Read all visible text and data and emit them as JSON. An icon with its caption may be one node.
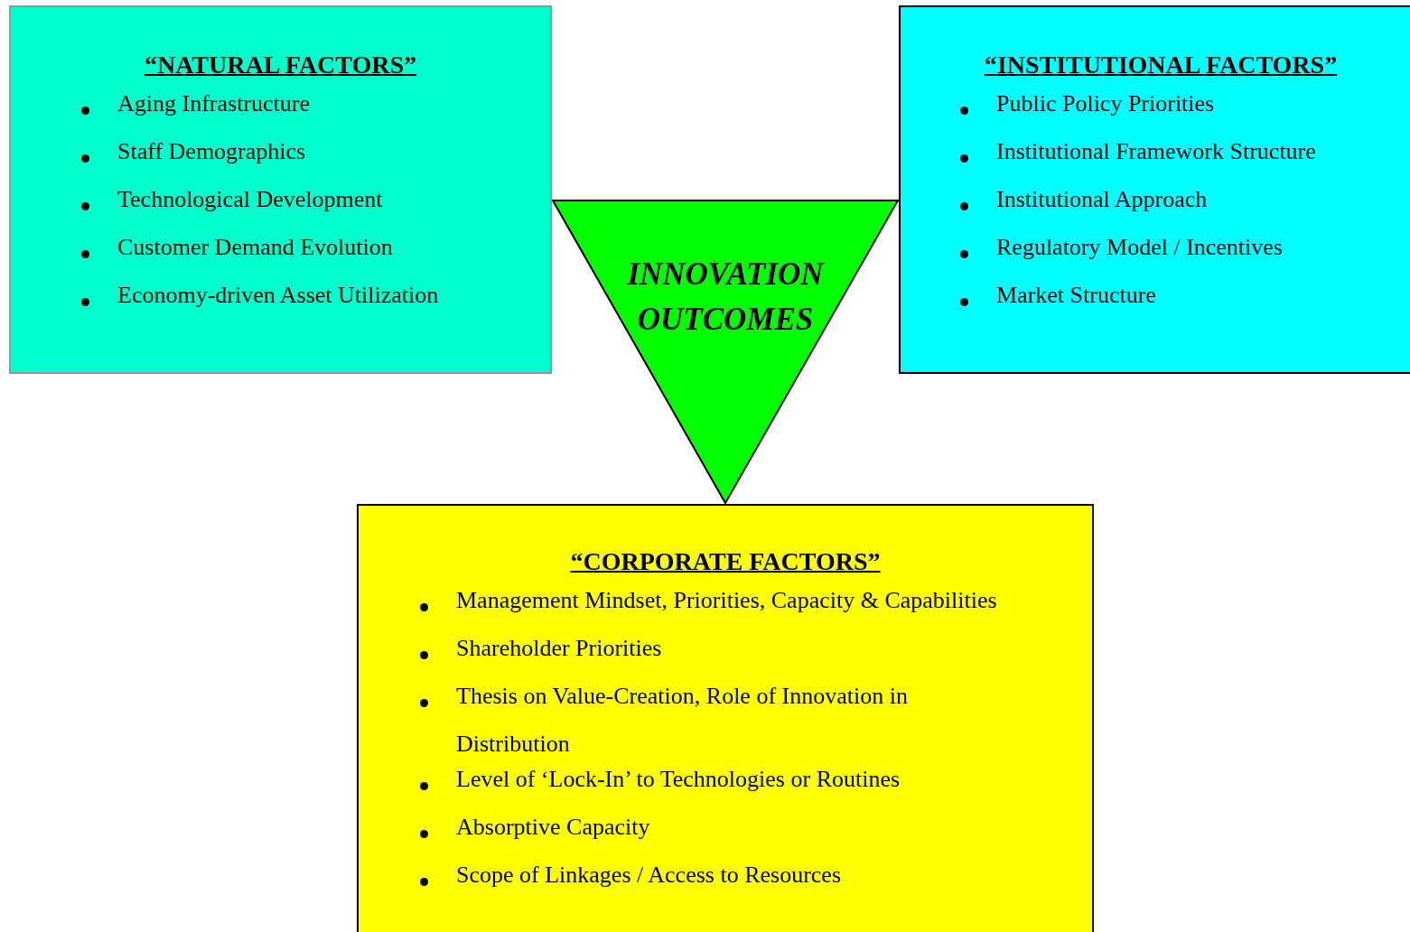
{
  "diagram": {
    "nodes": [
      {
        "text": [
          "“NATURAL FACTORS”",
          "Aging Infrastructure",
          "Staff Demographics",
          "Technological Development",
          "Customer Demand Evolution",
          "Economy-driven Asset Utilization"
        ]
      },
      {
        "text": [
          "“INSTITUTIONAL FACTORS”",
          "Public Policy Priorities",
          "Institutional Framework Structure",
          "Institutional Approach",
          "Regulatory Model / Incentives",
          "Market Structure"
        ]
      },
      {
        "text": [
          "INNOVATION OUTCOMES"
        ]
      },
      {
        "text": [
          "“CORPORATE FACTORS”",
          "Management Mindset, Priorities, Capacity & Capabilities",
          "Shareholder Priorities",
          "Thesis on Value-Creation, Role of Innovation in Distribution",
          "Level of ‘Lock-In’ to Technologies or Routines",
          "Absorptive Capacity",
          "Scope of Linkages / Access to Resources"
        ]
      }
    ]
  }
}
